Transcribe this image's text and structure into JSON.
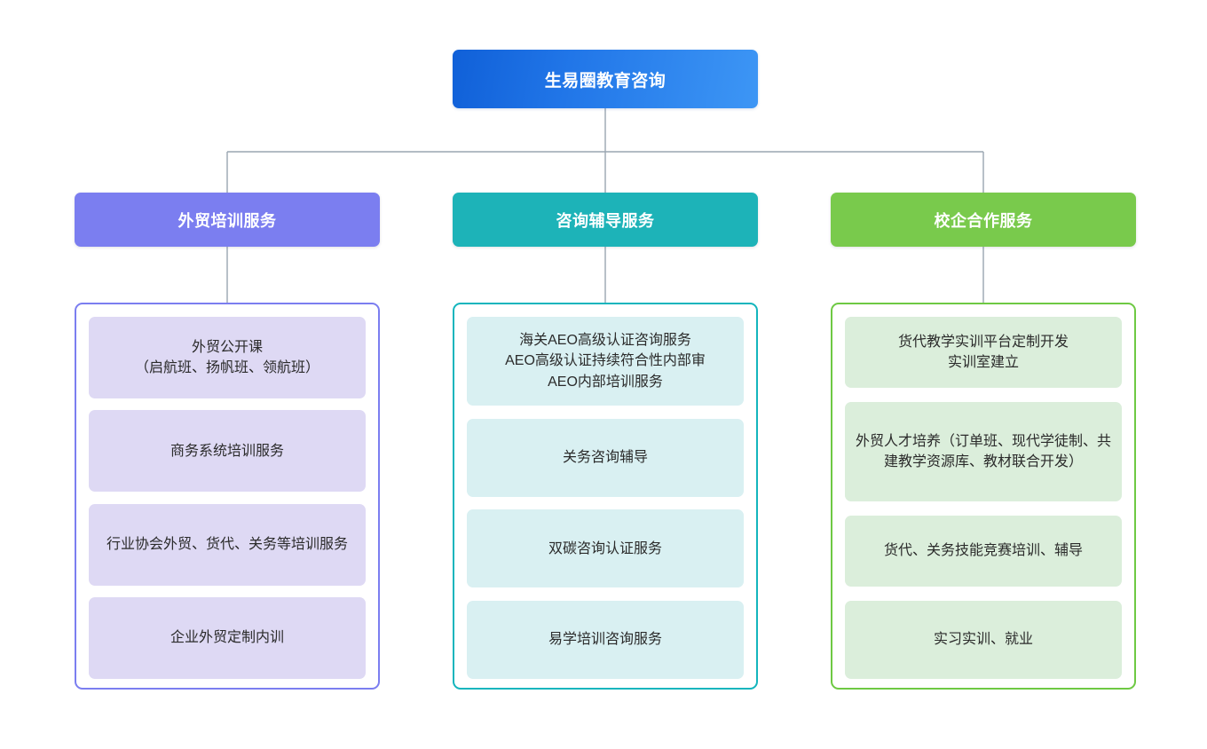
{
  "root": {
    "title": "生易圈教育咨询",
    "color": "#2176e8"
  },
  "columns": [
    {
      "header": "外贸培训服务",
      "header_color": "#7b7ef0",
      "panel_border_color": "#7b7ef0",
      "card_color": "#ded9f4",
      "items": [
        {
          "text": "外贸公开课\n（启航班、扬帆班、领航班）",
          "height": 92
        },
        {
          "text": "商务系统培训服务",
          "height": 92
        },
        {
          "text": "行业协会外贸、货代、关务等培训服务",
          "height": 92
        },
        {
          "text": "企业外贸定制内训",
          "height": 92
        }
      ]
    },
    {
      "header": "咨询辅导服务",
      "header_color": "#1db3b8",
      "panel_border_color": "#13b5bd",
      "card_color": "#d9f0f2",
      "items": [
        {
          "text": "海关AEO高级认证咨询服务\nAEO高级认证持续符合性内部审\nAEO内部培训服务",
          "height": 100
        },
        {
          "text": "关务咨询辅导",
          "height": 88
        },
        {
          "text": "双碳咨询认证服务",
          "height": 88
        },
        {
          "text": "易学培训咨询服务",
          "height": 88
        }
      ]
    },
    {
      "header": "校企合作服务",
      "header_color": "#79ca4c",
      "panel_border_color": "#6ec943",
      "card_color": "#dbeedb",
      "items": [
        {
          "text": "货代教学实训平台定制开发\n实训室建立",
          "height": 80
        },
        {
          "text": "外贸人才培养（订单班、现代学徒制、共建教学资源库、教材联合开发）",
          "height": 112
        },
        {
          "text": "货代、关务技能竞赛培训、辅导",
          "height": 80
        },
        {
          "text": "实习实训、就业",
          "height": 88
        }
      ]
    }
  ],
  "connectors": {
    "line_color": "#9aa5b1",
    "line_width": 1.4
  }
}
